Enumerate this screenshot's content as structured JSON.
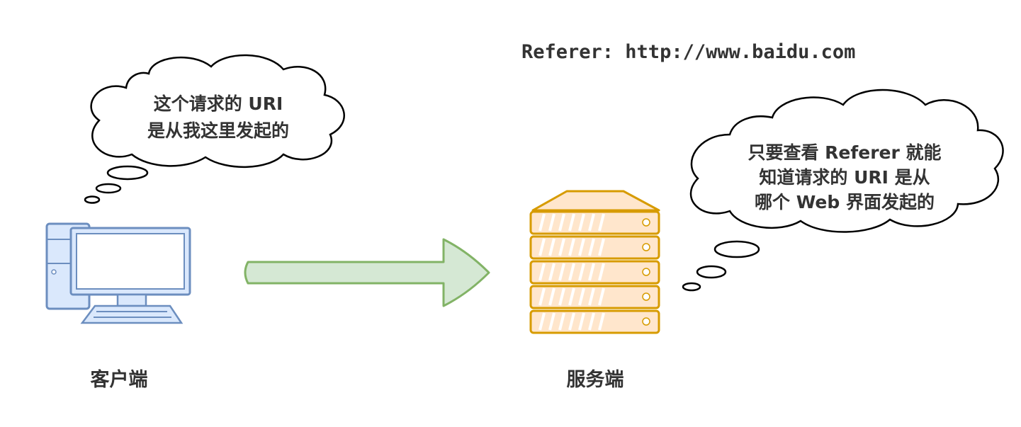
{
  "referer_header": "Referer: http://www.baidu.com",
  "client": {
    "label": "客户端",
    "thought_lines": [
      "这个请求的 URI",
      "是从我这里发起的"
    ]
  },
  "server": {
    "label": "服务端",
    "thought_lines": [
      "只要查看 Referer 就能",
      "知道请求的 URI 是从",
      "哪个 Web 界面发起的"
    ]
  },
  "colors": {
    "client_stroke": "#6c8ebf",
    "client_fill": "#dae8fc",
    "arrow_fill": "#d5e8d4",
    "arrow_stroke": "#82b366",
    "server_stroke": "#d79b00",
    "server_fill": "#ffe6cc"
  },
  "icons": {
    "client": "desktop-computer-icon",
    "server": "server-rack-icon"
  }
}
